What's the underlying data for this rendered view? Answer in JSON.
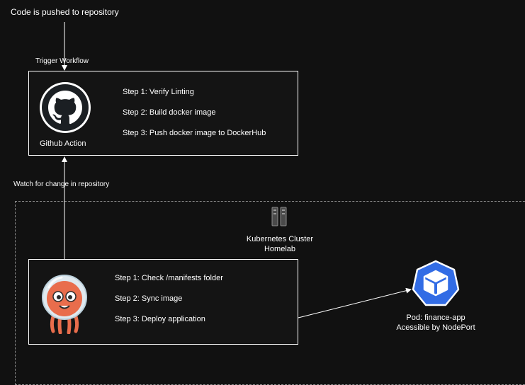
{
  "top_label": "Code is pushed to repository",
  "trigger_label": "Trigger Workflow",
  "watch_label": "Watch for change in repository",
  "github_box": {
    "icon_label": "Github Action",
    "steps": [
      "Step 1: Verify Linting",
      "Step 2: Build docker image",
      "Step 3: Push docker image to DockerHub"
    ]
  },
  "cluster": {
    "label_line1": "Kubernetes Cluster",
    "label_line2": "Homelab"
  },
  "argo_box": {
    "steps": [
      "Step 1: Check /manifests folder",
      "Step 2: Sync image",
      "Step 3: Deploy application"
    ]
  },
  "pod": {
    "line1": "Pod: finance-app",
    "line2": "Acessible by NodePort"
  },
  "colors": {
    "background": "#111111",
    "kubernetes_blue": "#326ce5",
    "argo_orange": "#e96d4c"
  },
  "icons": [
    "github-icon",
    "argo-icon",
    "server-icon",
    "kubernetes-pod-icon"
  ]
}
